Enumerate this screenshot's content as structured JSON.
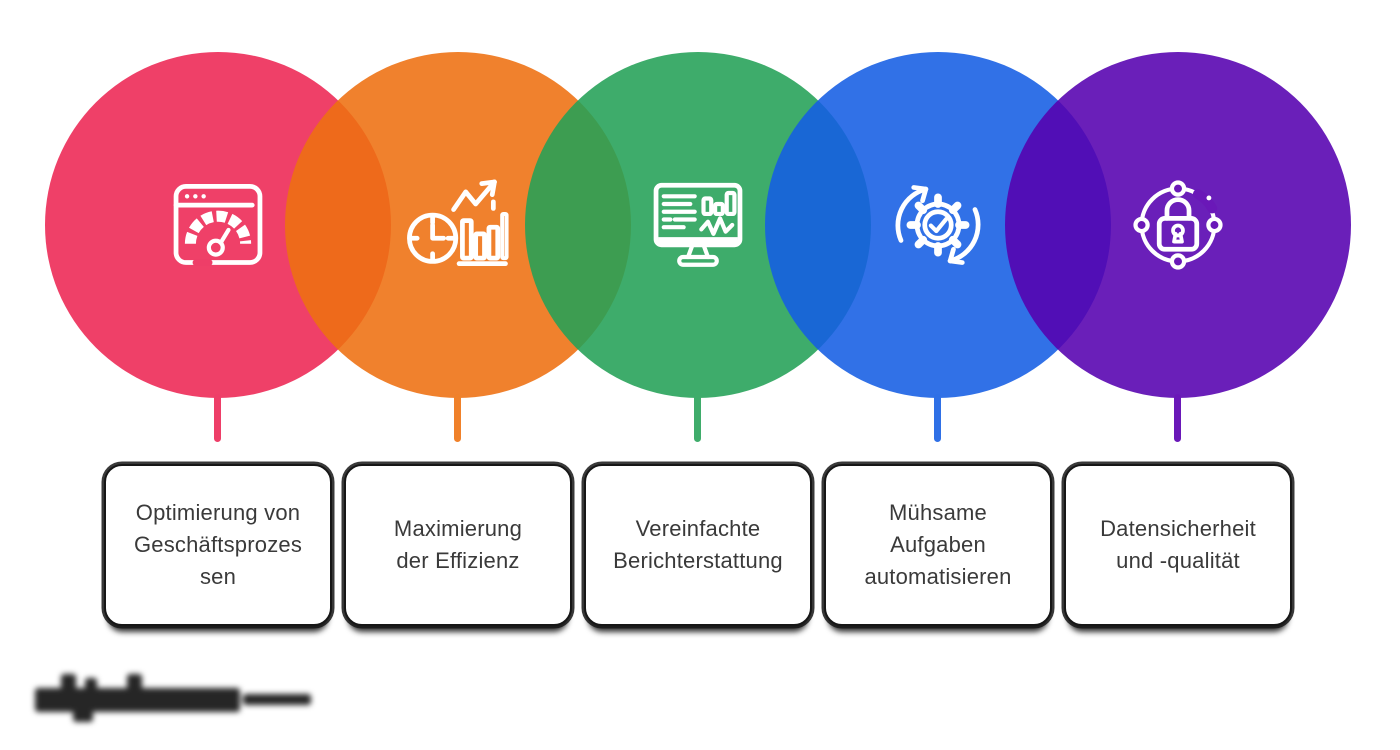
{
  "items": [
    {
      "id": "optimize",
      "icon": "speedometer-browser-icon",
      "circle_color": "rgba(237,37,83,0.88)",
      "accent_color": "#EE3E68",
      "label": "Optimierung von Geschäftsprozessen",
      "lines": [
        "Optimierung von",
        "Geschäftsprozes",
        "sen"
      ]
    },
    {
      "id": "efficiency",
      "icon": "clock-growth-chart-icon",
      "circle_color": "rgba(238,112,16,0.88)",
      "accent_color": "#F0812A",
      "label": "Maximierung der Effizienz",
      "lines": [
        "Maximierung",
        "der Effizienz"
      ]
    },
    {
      "id": "reporting",
      "icon": "dashboard-monitor-icon",
      "circle_color": "rgba(35,161,87,0.88)",
      "accent_color": "#3FAC6B",
      "label": "Vereinfachte Berichterstattung",
      "lines": [
        "Vereinfachte",
        "Berichterstattung"
      ]
    },
    {
      "id": "automation",
      "icon": "automation-gear-sync-icon",
      "circle_color": "rgba(20,93,228,0.88)",
      "accent_color": "#2F70E6",
      "label": "Mühsame Aufgaben automatisieren",
      "lines": [
        "Mühsame",
        "Aufgaben",
        "automatisieren"
      ]
    },
    {
      "id": "security",
      "icon": "data-security-lock-icon",
      "circle_color": "rgba(85,0,175,0.88)",
      "accent_color": "#6A18B8",
      "label": "Datensicherheit und -qualität",
      "lines": [
        "Datensicherheit",
        "und -qualität"
      ]
    }
  ],
  "style": {
    "text_color": "#3a3a3a",
    "card_background": "#ffffff",
    "card_border_color": "#161616",
    "icon_stroke_color": "#ffffff"
  },
  "footer": {
    "logo_icon": "blurred-brand-wordmark"
  }
}
